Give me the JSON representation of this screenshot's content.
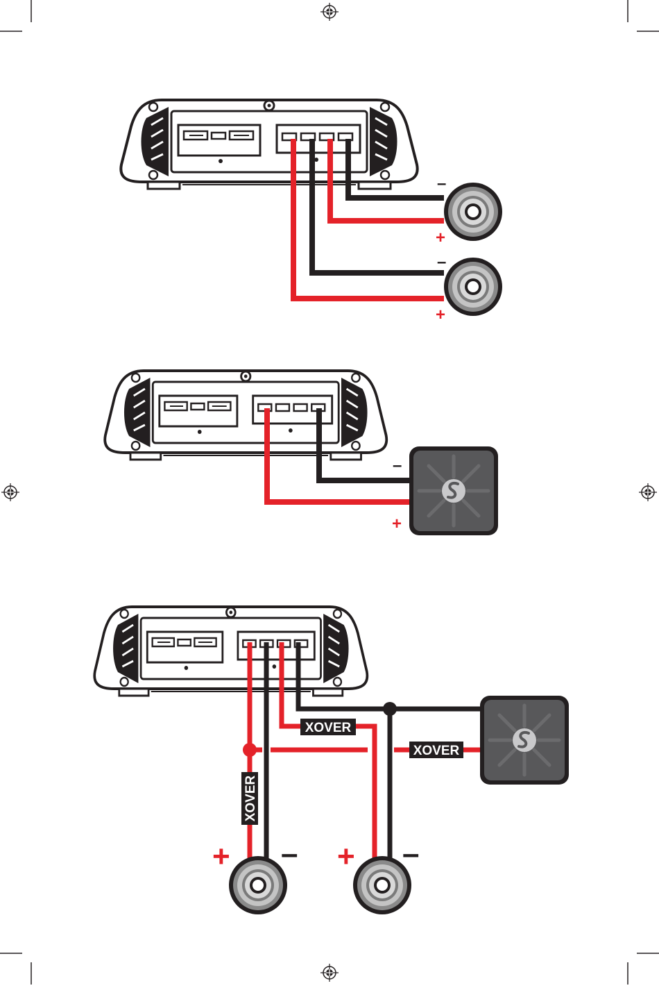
{
  "colors": {
    "positive_wire": "#e42229",
    "negative_wire": "#231f20",
    "subwoofer_fill": "#58585a",
    "speaker_ring": "#7d7d7d",
    "speaker_ring_light": "#bdbdbd"
  },
  "polarity": {
    "positive": "+",
    "negative": "–"
  },
  "crossover_label": "XOVER",
  "diagrams": [
    {
      "name": "four-channel-two-speakers",
      "outputs": 4,
      "loads": [
        "speaker",
        "speaker"
      ]
    },
    {
      "name": "bridged-subwoofer",
      "outputs": 4,
      "loads": [
        "subwoofer"
      ]
    },
    {
      "name": "three-way-with-crossovers",
      "outputs": 4,
      "loads": [
        "subwoofer",
        "speaker",
        "speaker"
      ],
      "crossovers": 3
    }
  ],
  "icons": [
    "registration-mark-icon",
    "crop-mark-icon",
    "brand-s-logo-icon"
  ]
}
